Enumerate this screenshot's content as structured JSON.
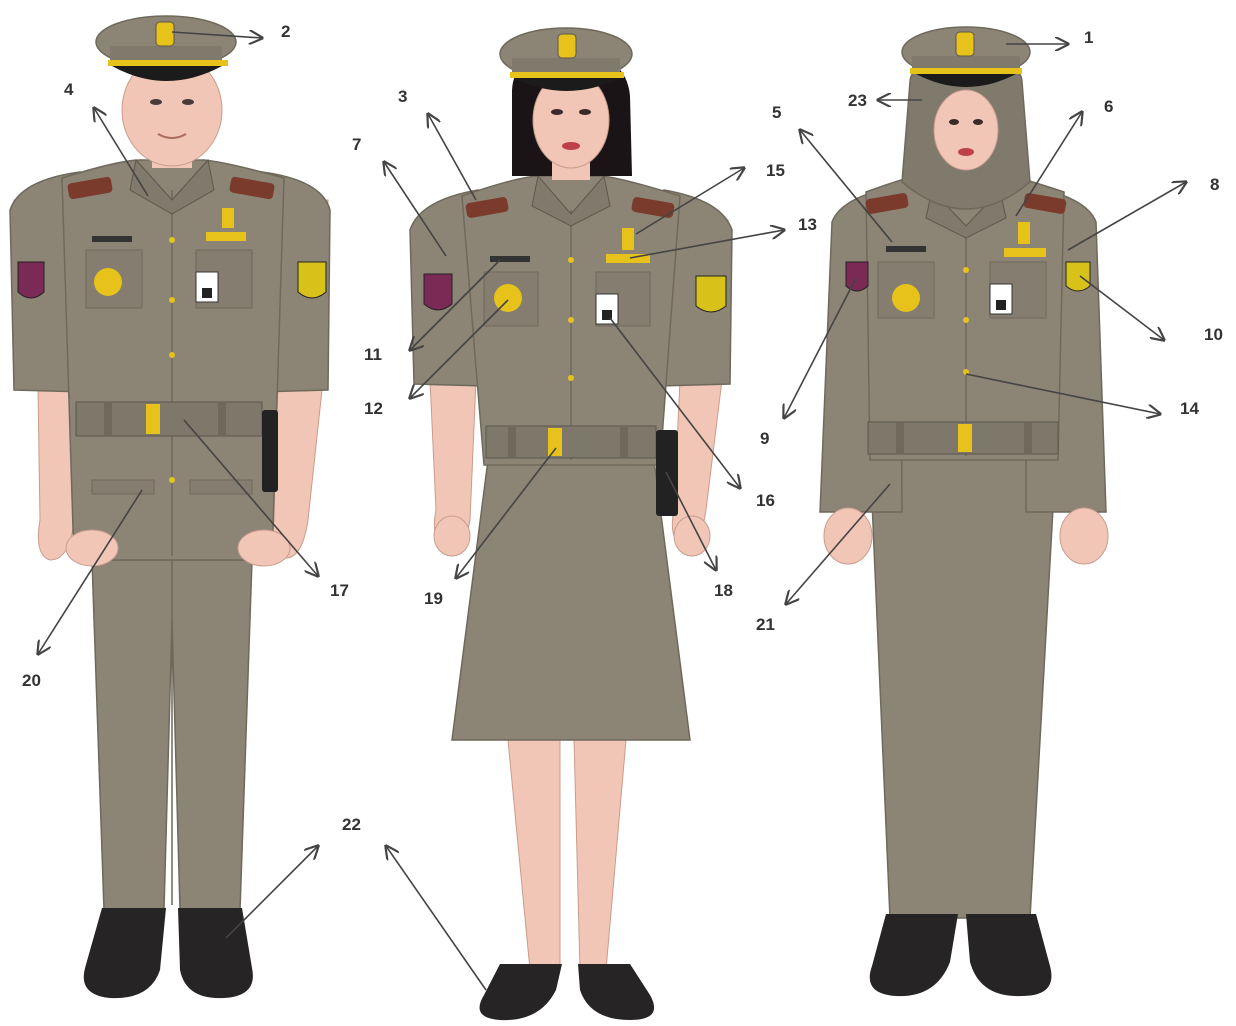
{
  "colors": {
    "uniform": "#8c8576",
    "uniform_shadow": "#6f695c",
    "uniform_dark": "#5d584d",
    "skin": "#f2c6b6",
    "gold": "#e6c21a",
    "shoulder": "#7a3b2c",
    "hair": "#1a1416",
    "shoe": "#262424",
    "visor": "#1b1b1b",
    "arrow": "#444444",
    "label": "#333333",
    "patch_left": "#7a2a55",
    "patch_right": "#d8c21a"
  },
  "figures": [
    {
      "name": "male-officer",
      "garment": "trousers"
    },
    {
      "name": "female-officer-skirt",
      "garment": "skirt"
    },
    {
      "name": "female-officer-hijab",
      "garment": "long-skirt"
    }
  ],
  "callouts": [
    "1",
    "2",
    "3",
    "4",
    "5",
    "6",
    "7",
    "8",
    "9",
    "10",
    "11",
    "12",
    "13",
    "14",
    "15",
    "16",
    "17",
    "18",
    "19",
    "20",
    "21",
    "22",
    "23"
  ]
}
